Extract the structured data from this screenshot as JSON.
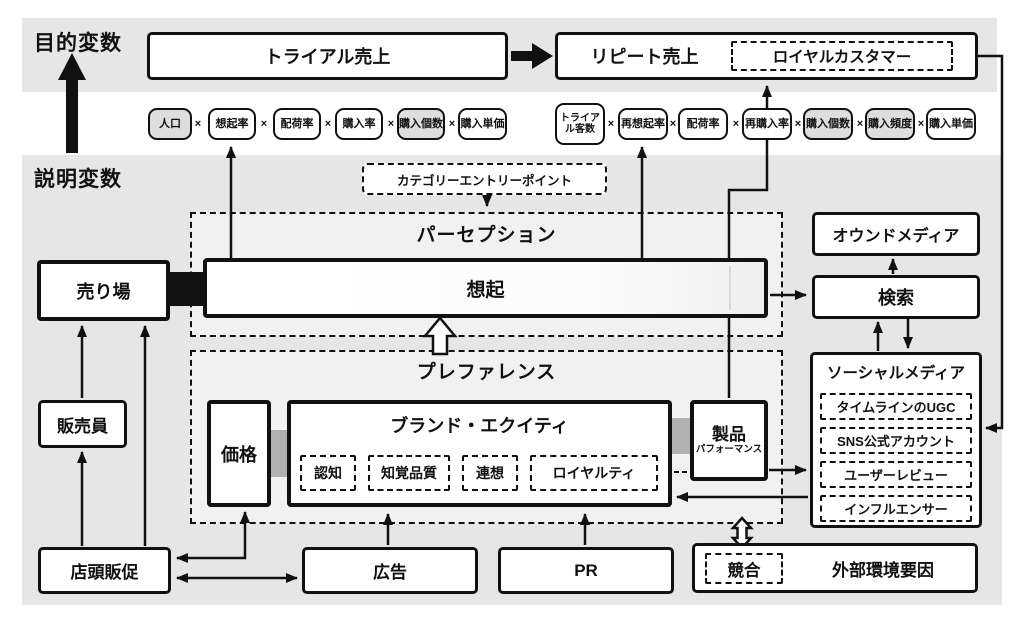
{
  "ops": {
    "times": "×"
  },
  "colors": {
    "band": "#e6e6e6",
    "container_fill": "#f1f1f1",
    "chip_gray": "#dedede",
    "line": "#111111",
    "connector_gray": "#b0b0b0"
  },
  "labels": {
    "objective": "目的変数",
    "explanatory": "説明変数",
    "trial_sales": "トライアル売上",
    "repeat_sales": "リピート売上",
    "loyal_customer": "ロイヤルカスタマー",
    "category_entry_point": "カテゴリーエントリーポイント",
    "perception": "パーセプション",
    "recall": "想起",
    "preference": "プレファレンス",
    "price": "価格",
    "brand_equity": "ブランド・エクイティ",
    "store": "売り場",
    "salesperson": "販売員",
    "store_promotion": "店頭販促",
    "advertising": "広告",
    "pr": "PR",
    "competitor": "競合",
    "external_environment": "外部環境要因",
    "product": "製品",
    "product_sub": "パフォーマンス",
    "owned_media": "オウンドメディア",
    "search": "検索",
    "social_media": "ソーシャルメディア"
  },
  "formula_trial": {
    "items": [
      {
        "label": "人口",
        "gray": true
      },
      {
        "label": "想起率",
        "gray": false
      },
      {
        "label": "配荷率",
        "gray": false
      },
      {
        "label": "購入率",
        "gray": false
      },
      {
        "label": "購入個数",
        "gray": true
      },
      {
        "label": "購入単価",
        "gray": false
      }
    ]
  },
  "formula_repeat": {
    "items": [
      {
        "label": "トライアル客数",
        "gray": false
      },
      {
        "label": "再想起率",
        "gray": false
      },
      {
        "label": "配荷率",
        "gray": false
      },
      {
        "label": "再購入率",
        "gray": false
      },
      {
        "label": "購入個数",
        "gray": true
      },
      {
        "label": "購入頻度",
        "gray": true
      },
      {
        "label": "購入単価",
        "gray": false
      }
    ]
  },
  "brand_equity_items": [
    {
      "label": "認知"
    },
    {
      "label": "知覚品質"
    },
    {
      "label": "連想"
    },
    {
      "label": "ロイヤルティ"
    }
  ],
  "social_items": [
    {
      "label": "タイムラインのUGC"
    },
    {
      "label": "SNS公式アカウント"
    },
    {
      "label": "ユーザーレビュー"
    },
    {
      "label": "インフルエンサー"
    }
  ]
}
